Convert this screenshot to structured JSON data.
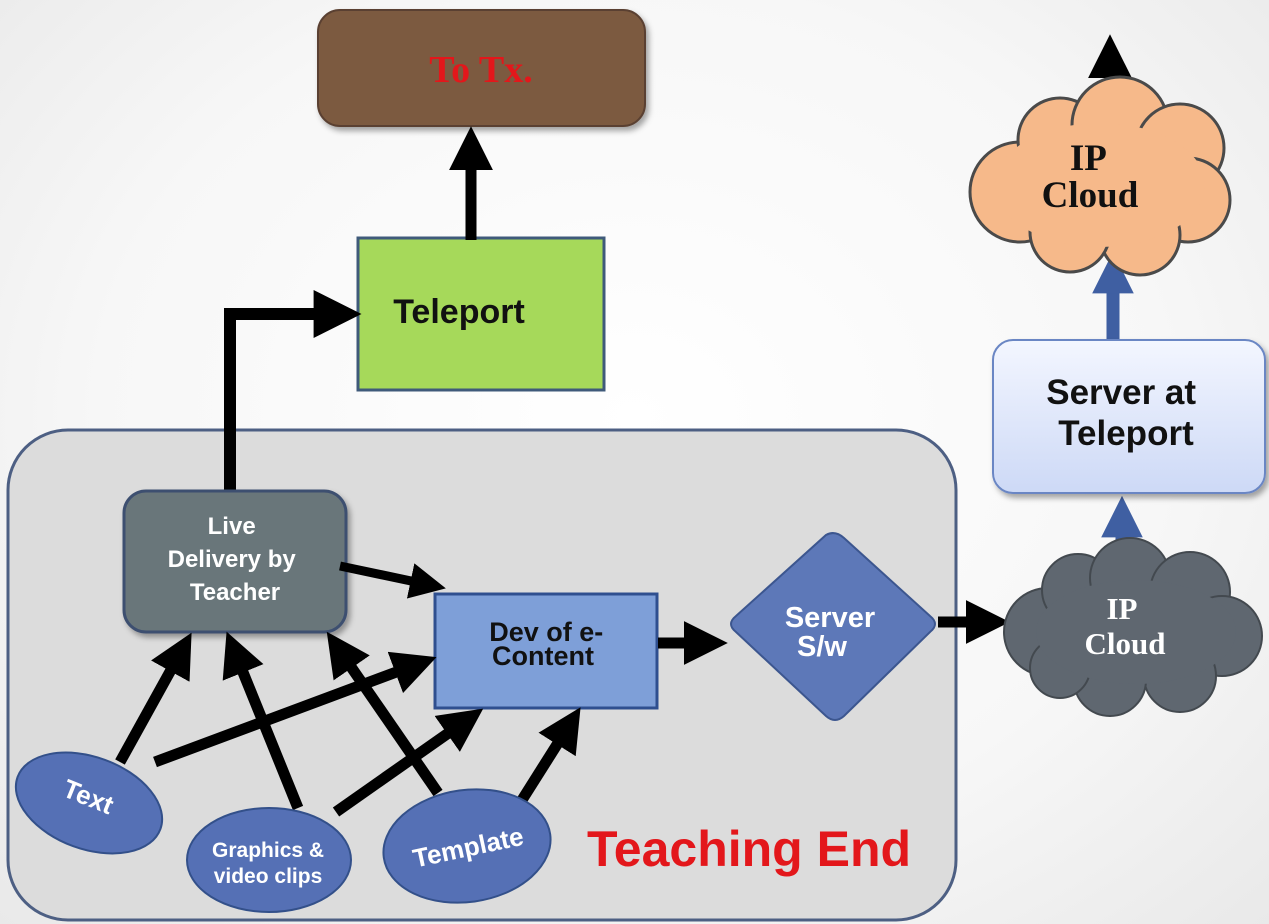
{
  "nodes": {
    "to_tx": "To Tx.",
    "teleport": "Teleport",
    "ip_cloud_top": [
      "IP",
      "Cloud"
    ],
    "server_at_teleport": [
      "Server at",
      "Teleport"
    ],
    "ip_cloud_bottom": [
      "IP",
      "Cloud"
    ],
    "live_delivery": [
      "Live",
      "Delivery by",
      "Teacher"
    ],
    "dev_econtent": [
      "Dev of e-",
      "Content"
    ],
    "server_sw": [
      "Server",
      "S/w"
    ],
    "text_input": "Text",
    "graphics_input": [
      "Graphics &",
      "video clips"
    ],
    "template_input": "Template"
  },
  "region_label": "Teaching End",
  "colors": {
    "to_tx_fill": "#7b5a3f",
    "to_tx_text": "#e3171b",
    "teleport_fill": "#a6d95a",
    "cloud_top_fill": "#f6b98a",
    "server_teleport_fill": "#dfe7fb",
    "cloud_bottom_fill": "#5f6770",
    "live_delivery_fill": "#69767a",
    "dev_fill": "#7e9fd8",
    "server_sw_fill": "#5d78b8",
    "input_ellipse_fill": "#5570b5",
    "teaching_region_fill": "#dcdcdc",
    "region_label_color": "#e3171b",
    "blue_arrow": "#3f5fa2"
  }
}
